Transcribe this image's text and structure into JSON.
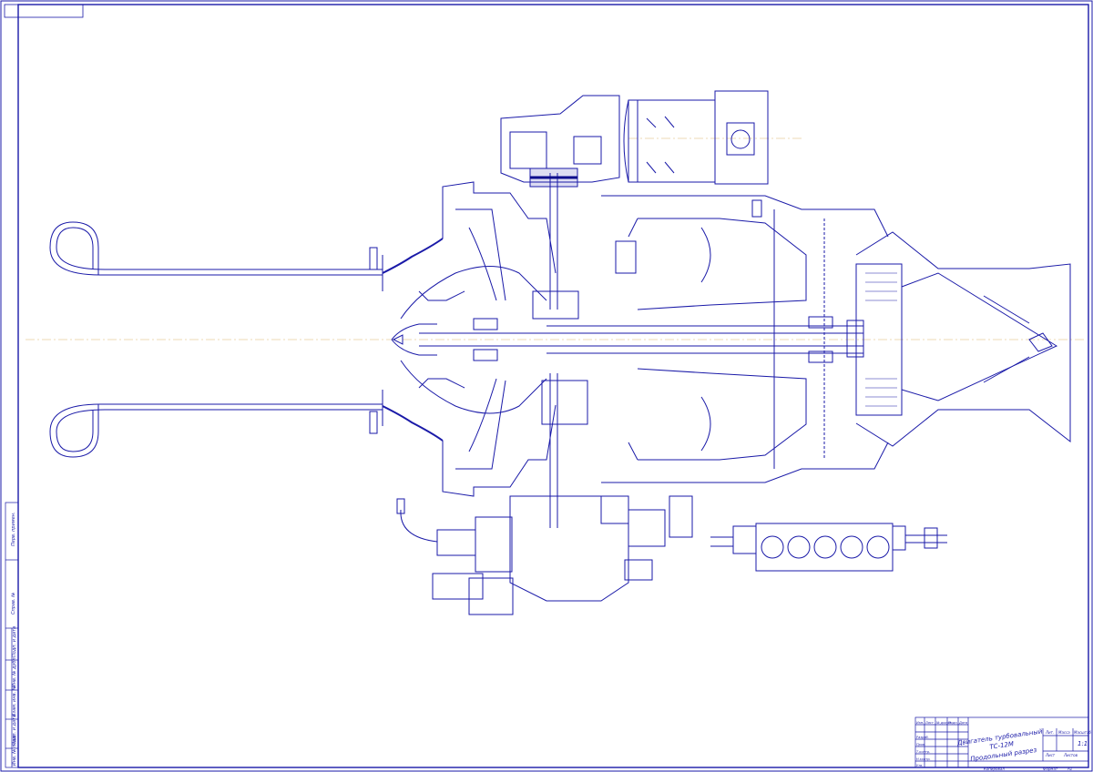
{
  "colors": {
    "ink": "#1a1aa8",
    "accent": "#0a0a8c",
    "axis": "#d9b26a",
    "paper": "#ffffff"
  },
  "side_stamp": {
    "labels": [
      "Перв. примен.",
      "Справ. №",
      "Подп. и дата",
      "Инв. № дубл.",
      "Взам. инв. №",
      "Подп. и дата",
      "Инв. № подл."
    ]
  },
  "title_block": {
    "title_line1": "Двигатель турбовальный",
    "title_line2": "ТС-12М",
    "title_line3": "Продольный разрез",
    "col_headers": [
      "Изм.",
      "Лист",
      "№ докум.",
      "Подп.",
      "Дата"
    ],
    "role_labels": [
      "Разраб.",
      "Пров.",
      "Т.контр.",
      "Н.контр.",
      "Утв."
    ],
    "lit_label": "Лит.",
    "mass_label": "Масса",
    "scale_label": "Масштаб",
    "scale_value": "1:1",
    "sheet_label": "Лист",
    "sheets_label": "Листов",
    "copied_label": "Копировал",
    "format_label": "Формат",
    "format_value": "А1"
  }
}
